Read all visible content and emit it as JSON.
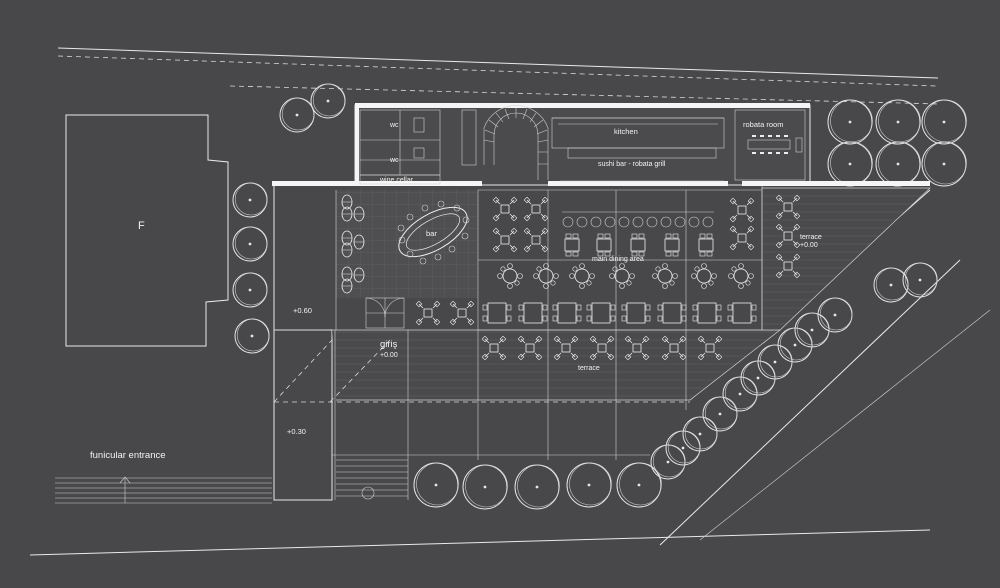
{
  "labels": {
    "building_f": "F",
    "wc_top": "wc",
    "wc_bottom": "wc",
    "wine_cellar": "wine cellar",
    "kitchen": "kitchen",
    "sushi_bar": "sushi bar - robata grill",
    "robata_room": "robata room",
    "bar": "bar",
    "main_dining": "main dining area",
    "terrace_east": "terrace",
    "terrace_east_level": "+0.00",
    "level_060": "+0.60",
    "entrance": "giriş",
    "entrance_level": "+0.00",
    "terrace_south": "terrace",
    "level_030": "+0.30",
    "funicular": "funicular entrance"
  },
  "colors": {
    "background": "#48484a",
    "lines": "#e9e9e9",
    "walls": "#f5f5f5"
  }
}
